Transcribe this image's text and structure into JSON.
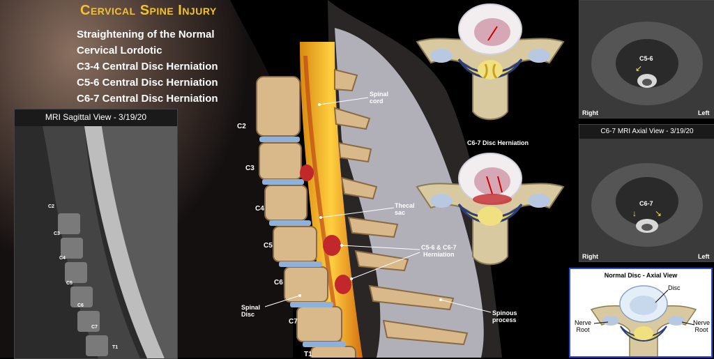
{
  "header": {
    "title": "Cervical Spine Injury",
    "findings": [
      "Straightening of the Normal",
      "Cervical Lordotic",
      "C3-4 Central Disc Herniation",
      "C5-6 Central Disc Herniation",
      "C6-7 Central Disc Herniation"
    ]
  },
  "sagittal_mri": {
    "title": "MRI Sagittal View - 3/19/20",
    "levels": [
      "C2",
      "C3",
      "C4",
      "C5",
      "C6",
      "C7",
      "T1"
    ]
  },
  "illustration": {
    "vertebra_labels": [
      "C2",
      "C3",
      "C4",
      "C5",
      "C6",
      "C7",
      "T1"
    ],
    "spinal_cord": "Spinal\ncord",
    "thecal_sac": "Thecal\nsac",
    "herniation": "C5-6 & C6-7\nHerniation",
    "spinal_disc": "Spinal\nDisc",
    "spinous_process": "Spinous\nprocess",
    "c67_disc_herniation": "C6-7 Disc Herniation"
  },
  "axial_c56": {
    "level": "C5-6",
    "right": "Right",
    "left": "Left"
  },
  "axial_c67": {
    "title": "C6-7 MRI Axial View - 3/19/20",
    "level": "C6-7",
    "right": "Right",
    "left": "Left"
  },
  "normal_disc": {
    "title": "Normal Disc - Axial View",
    "disc": "Disc",
    "nerve_root_left": "Nerve\nRoot",
    "nerve_root_right": "Nerve\nRoot"
  },
  "colors": {
    "title_gold": "#f2c230",
    "border_blue": "#2a4fd0"
  }
}
